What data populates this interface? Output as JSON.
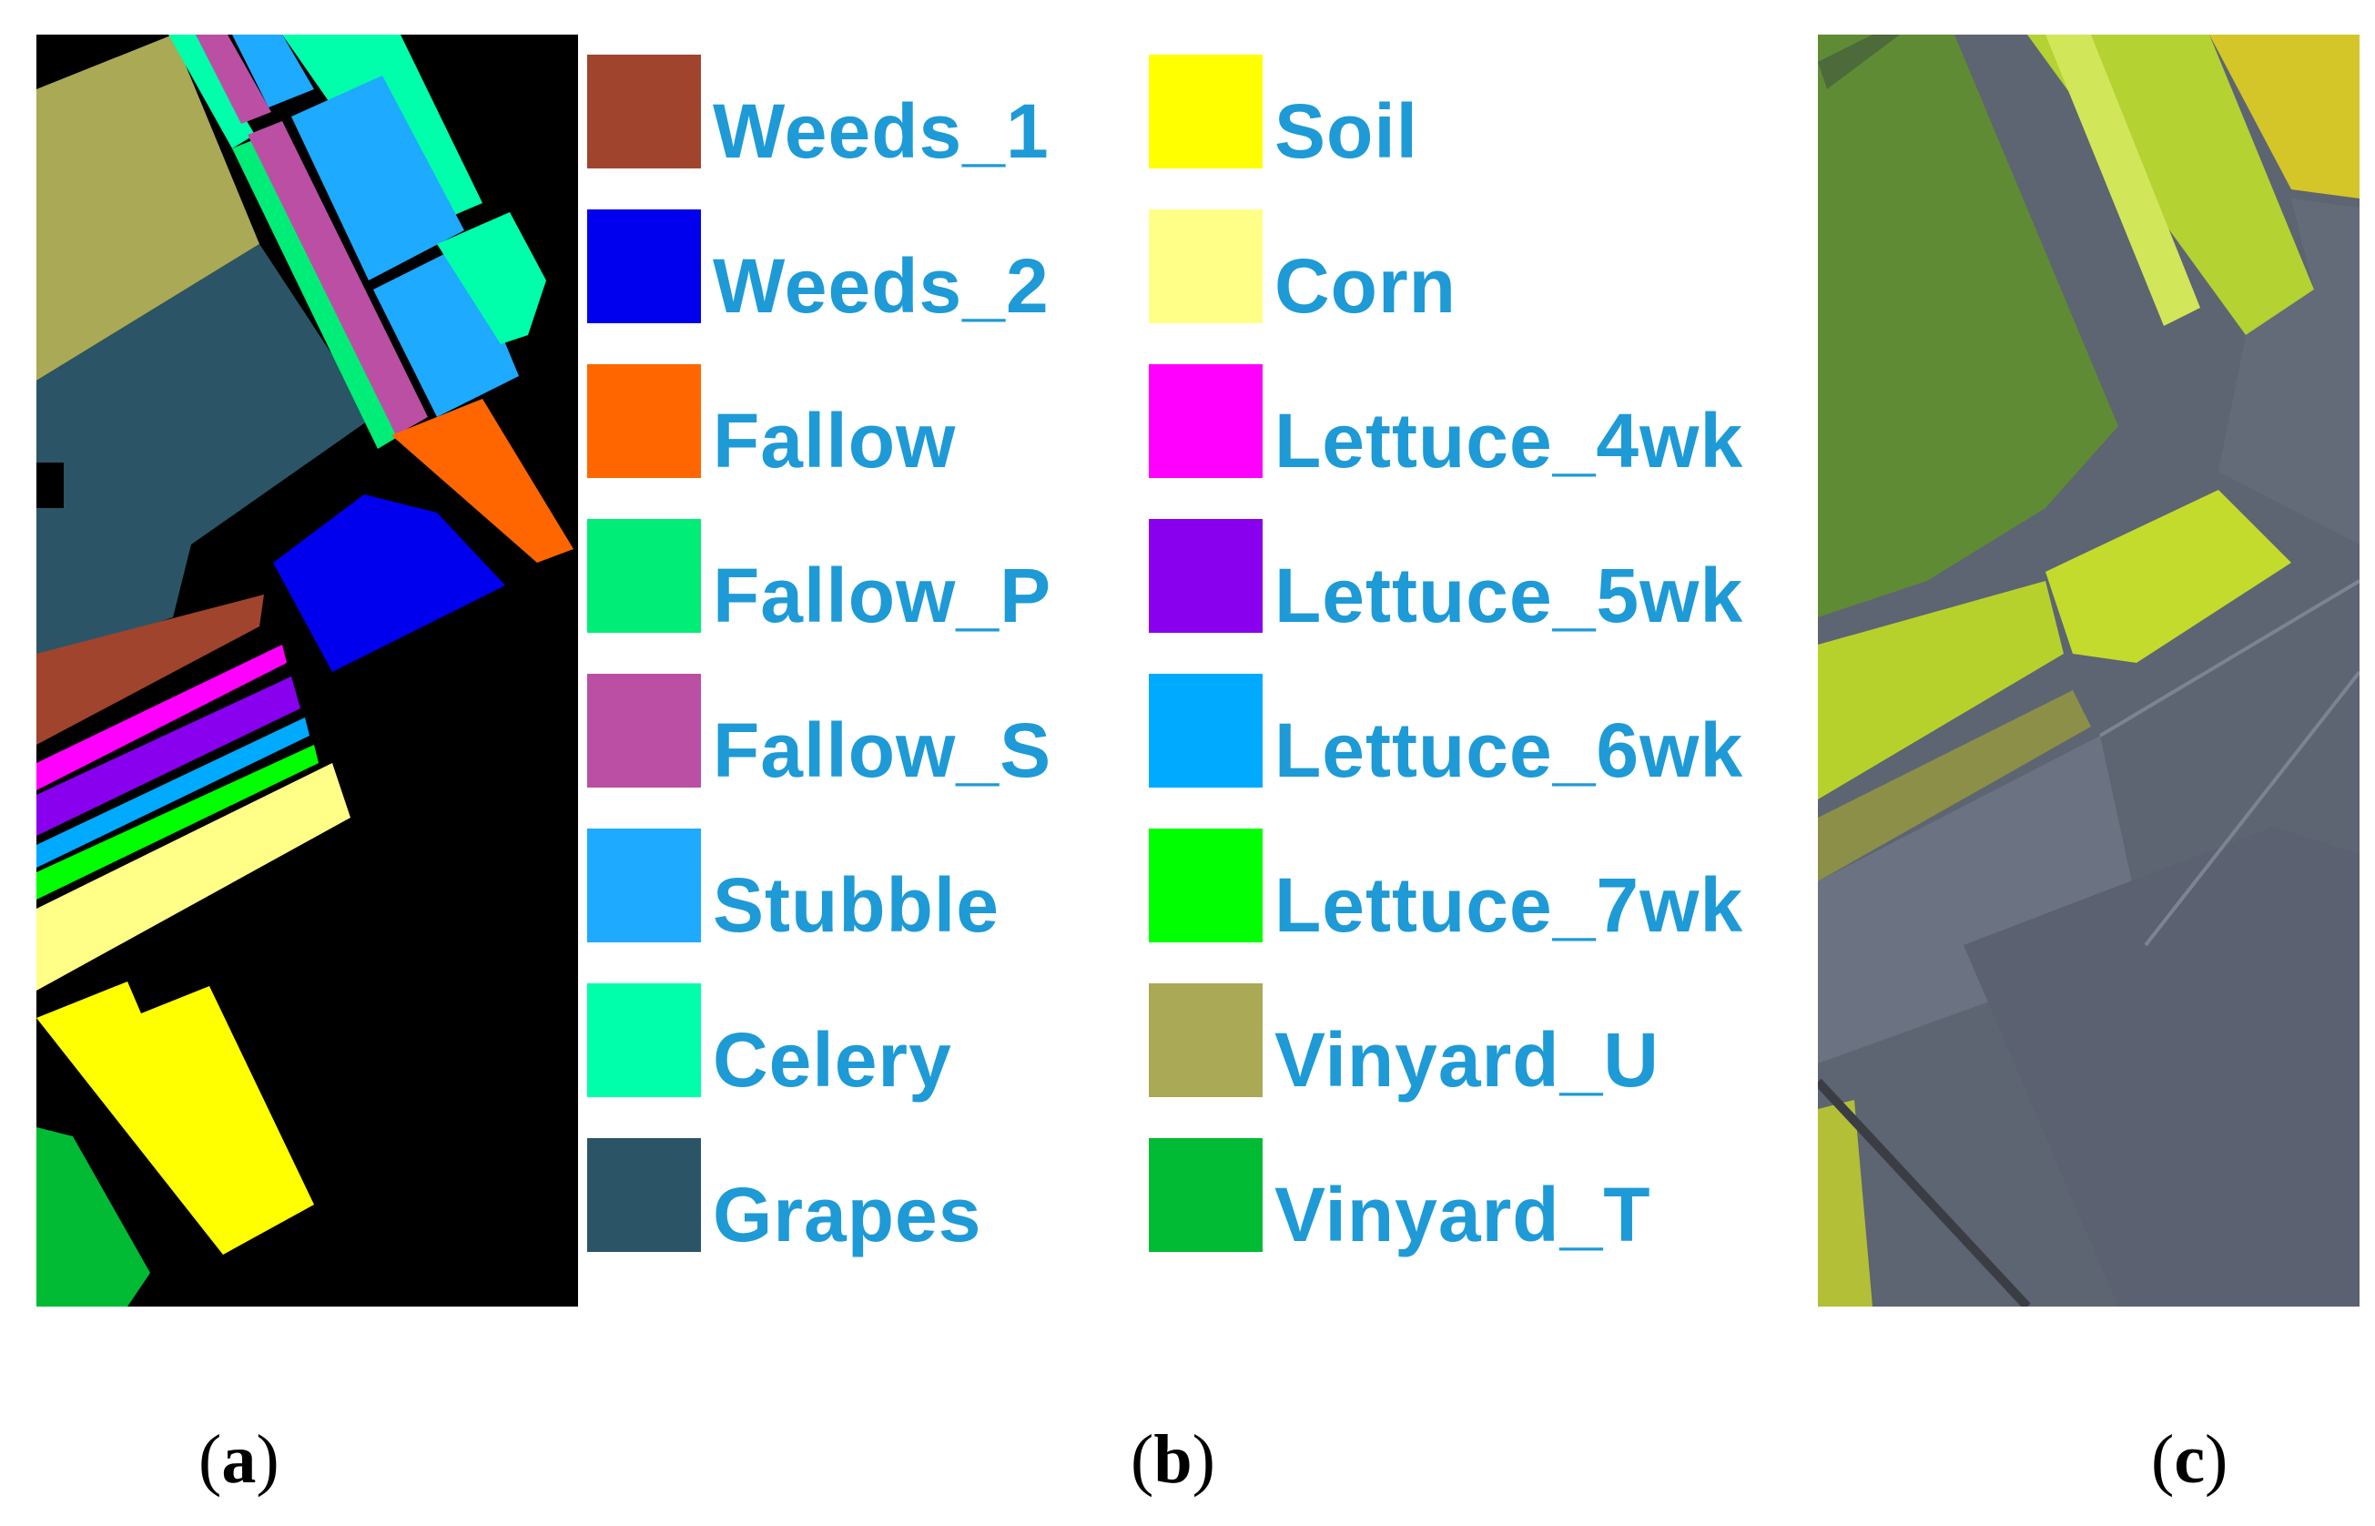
{
  "legend": {
    "column_left": [
      {
        "label": "Weeds_1",
        "color": "#a0442e"
      },
      {
        "label": "Weeds_2",
        "color": "#0000ee"
      },
      {
        "label": "Fallow",
        "color": "#ff6600"
      },
      {
        "label": "Fallow_P",
        "color": "#00ee77"
      },
      {
        "label": "Fallow_S",
        "color": "#bb4fa4"
      },
      {
        "label": "Stubble",
        "color": "#1eaaff"
      },
      {
        "label": "Celery",
        "color": "#00ffaa"
      },
      {
        "label": "Grapes",
        "color": "#2b5566"
      }
    ],
    "column_right": [
      {
        "label": "Soil",
        "color": "#ffff00"
      },
      {
        "label": "Corn",
        "color": "#ffff88"
      },
      {
        "label": "Lettuce_4wk",
        "color": "#ff00ff"
      },
      {
        "label": "Lettuce_5wk",
        "color": "#8800ee"
      },
      {
        "label": "Lettuce_6wk",
        "color": "#00aaff"
      },
      {
        "label": "Lettuce_7wk",
        "color": "#00ff00"
      },
      {
        "label": "Vinyard_U",
        "color": "#aaa955"
      },
      {
        "label": "Vinyard_T",
        "color": "#00bb33"
      }
    ]
  },
  "captions": {
    "a": {
      "open": "(",
      "letter": "a",
      "close": ")"
    },
    "b": {
      "open": "(",
      "letter": "b",
      "close": ")"
    },
    "c": {
      "open": "(",
      "letter": "c",
      "close": ")"
    }
  }
}
